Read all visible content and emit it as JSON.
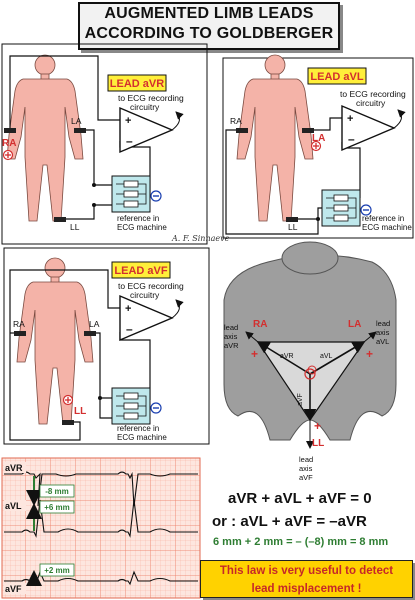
{
  "title": {
    "line1": "AUGMENTED LIMB LEADS",
    "line2": "ACCORDING TO GOLDBERGER"
  },
  "panels": {
    "avr": {
      "lead_label": "LEAD aVR",
      "ecg_label_1": "to ECG recording",
      "ecg_label_2": "circuitry",
      "reference_1": "reference in",
      "reference_2": "ECG machine",
      "electrode_ra": "RA",
      "electrode_la": "LA",
      "electrode_ll": "LL"
    },
    "avl": {
      "lead_label": "LEAD aVL",
      "ecg_label_1": "to ECG recording",
      "ecg_label_2": "circuitry",
      "reference_1": "reference in",
      "reference_2": "ECG machine",
      "electrode_ra": "RA",
      "electrode_la": "LA",
      "electrode_ll": "LL"
    },
    "avf": {
      "lead_label": "LEAD aVF",
      "ecg_label_1": "to ECG recording",
      "ecg_label_2": "circuitry",
      "reference_1": "reference in",
      "reference_2": "ECG machine",
      "electrode_ra": "RA",
      "electrode_la": "LA",
      "electrode_ll": "LL"
    }
  },
  "signature": "A. F. Sinnaeve",
  "axes": {
    "ra": "RA",
    "la": "LA",
    "ll": "LL",
    "avr_axis_1": "lead",
    "avr_axis_2": "axis",
    "avr_axis_3": "aVR",
    "avl_axis_1": "lead",
    "avl_axis_2": "axis",
    "avl_axis_3": "aVL",
    "avf_axis_1": "lead",
    "avf_axis_2": "axis",
    "avf_axis_3": "aVF",
    "vec_avr": "aVR",
    "vec_avl": "aVL",
    "vec_avf": "aVF"
  },
  "ecg_strips": {
    "avr": {
      "label": "aVR",
      "amplitude_label": "-8 mm",
      "amplitude_mm": -8
    },
    "avl": {
      "label": "aVL",
      "amplitude_label": "+6 mm",
      "amplitude_mm": 6
    },
    "avf": {
      "label": "aVF",
      "amplitude_label": "+2 mm",
      "amplitude_mm": 2
    }
  },
  "equations": {
    "eq1": "aVR + aVL + aVF = 0",
    "eq2": "or :  aVL + aVF = –aVR",
    "eq3": "6 mm + 2 mm  =  – (–8) mm = 8 mm"
  },
  "note": {
    "line1": "This law is very useful to detect",
    "line2": "lead misplacement !"
  },
  "colors": {
    "skin": "#f4b3a8",
    "electrode_red": "#d32f2f",
    "label_yellow": "#ffef3a",
    "resistor_box": "#bfe8ec",
    "ground_blue": "#1a3fb0",
    "ecg_grid": "#f5a38f",
    "ecg_bg": "#fde6df",
    "annotation_green": "#2e7d32",
    "torso_gray": "#9e9e9e",
    "note_bg": "#ffd200",
    "note_text": "#c62828"
  }
}
